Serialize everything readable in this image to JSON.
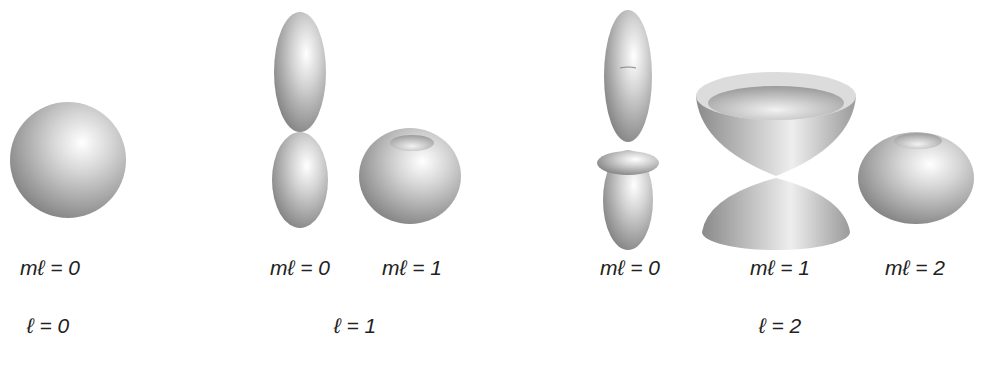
{
  "diagram": {
    "labels": [
      "mℓ = 0",
      "mℓ = 0",
      "mℓ = 1",
      "mℓ = 0",
      "mℓ = 1",
      "mℓ = 2",
      "ℓ = 0",
      "ℓ = 1",
      "ℓ = 2"
    ]
  }
}
